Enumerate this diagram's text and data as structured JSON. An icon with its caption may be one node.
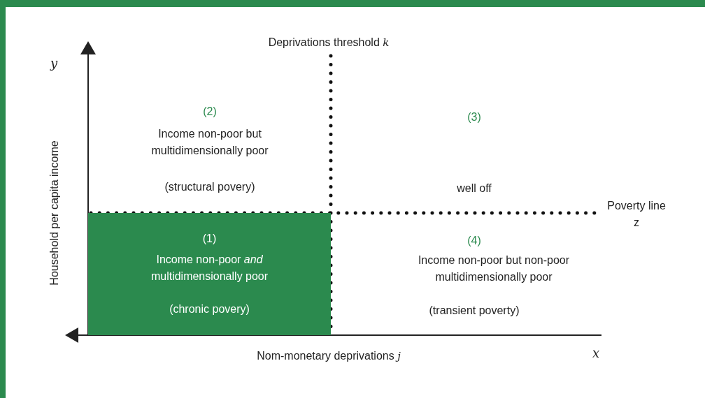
{
  "diagram": {
    "nodes": [
      {
        "text": [
          "(1)",
          "Income non-poor *and* multidimensionally poor",
          "(chronic povery)"
        ]
      }
    ],
    "edges": [],
    "labels": [
      "Deprivations threshold *k*",
      "y",
      "(2)",
      "Income non-poor but multidimensionally poor",
      "(structural povery)",
      "(3)",
      "well off",
      "Household per capita income",
      "Poverty line z",
      "(4)",
      "Income non-poor but non-poor multidimensionally poor",
      "(transient poverty)",
      "Nom-monetary deprivations *j*",
      "x"
    ]
  }
}
